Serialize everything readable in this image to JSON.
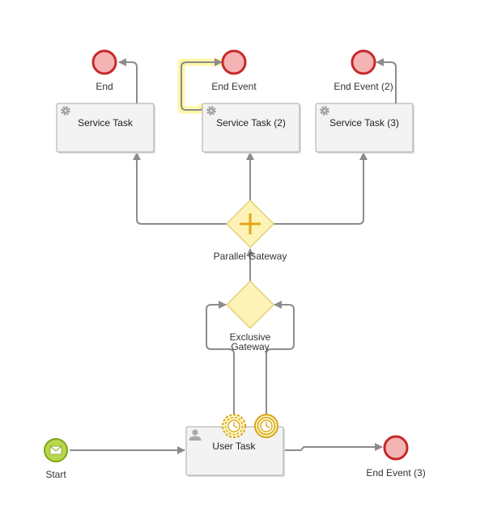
{
  "diagram": {
    "colors": {
      "flow": "#8c8c8c",
      "task_fill": "#f3f3f3",
      "task_stroke": "#a9a9a9",
      "end_event_fill": "#f5b4b4",
      "end_event_stroke": "#c6292b",
      "start_event_fill": "#b8d64e",
      "start_event_stroke": "#7ea417",
      "gateway_fill": "#fdf3b6",
      "gateway_stroke": "#e3d07a",
      "gateway_marker": "#e5a61b",
      "timer_stroke": "#d6a417",
      "timer_fill": "#fff6c4",
      "highlight": "#fff6a8"
    },
    "tasks": {
      "service_task": {
        "label": "Service Task",
        "icon": "gear-icon"
      },
      "service_task_2": {
        "label": "Service Task (2)",
        "icon": "gear-icon"
      },
      "service_task_3": {
        "label": "Service Task (3)",
        "icon": "gear-icon"
      },
      "user_task": {
        "label": "User Task",
        "icon": "user-icon"
      }
    },
    "events": {
      "end": {
        "label": "End"
      },
      "end_event": {
        "label": "End Event"
      },
      "end_event_2": {
        "label": "End Event (2)"
      },
      "end_event_3": {
        "label": "End Event (3)"
      },
      "start": {
        "label": "Start",
        "icon": "envelope-icon"
      },
      "timer_interrupting": {
        "icon": "clock-icon"
      },
      "timer_non_interrupting": {
        "icon": "clock-icon"
      }
    },
    "gateways": {
      "parallel": {
        "label": "Parallel Gateway",
        "icon": "plus-icon"
      },
      "exclusive": {
        "label_line1": "Exclusive",
        "label_line2": "Gateway"
      }
    }
  }
}
